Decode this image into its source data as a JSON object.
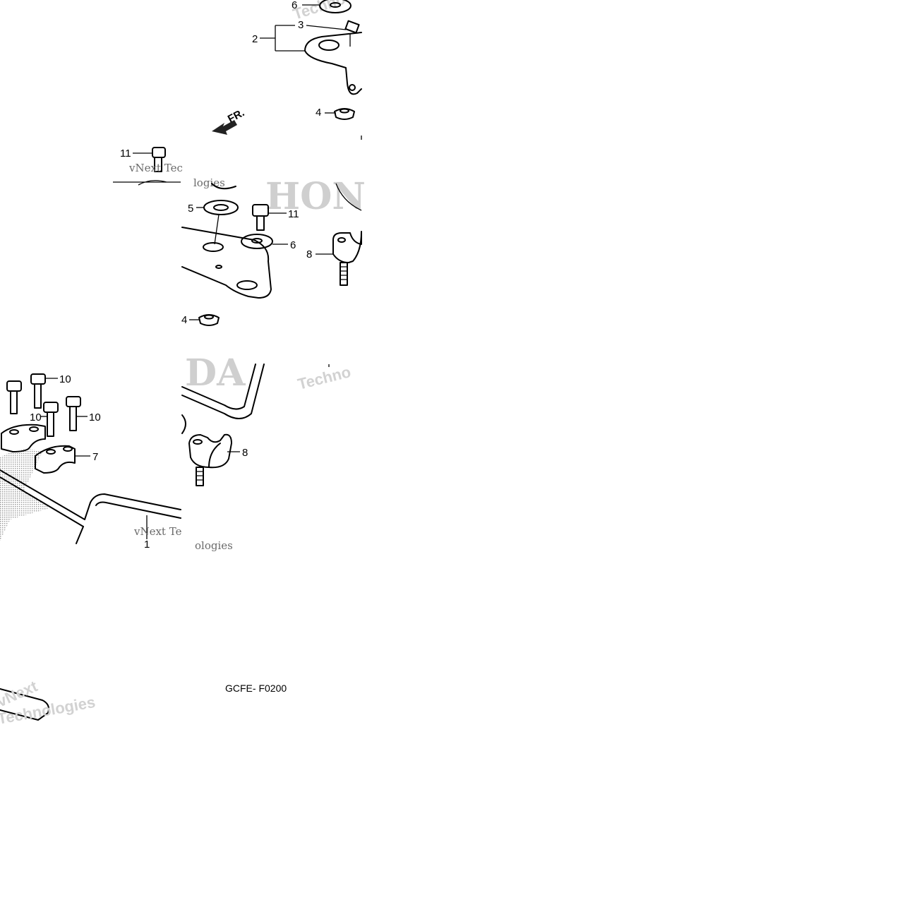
{
  "diagram": {
    "drawing_code": "GCFE- F0200",
    "direction_label": "FR.",
    "callouts": {
      "c1": "1",
      "c2": "2",
      "c3": "3",
      "c4a": "4",
      "c4b": "4",
      "c5": "5",
      "c6a": "6",
      "c6b": "6",
      "c7": "7",
      "c8a": "8",
      "c8b": "8",
      "c10a": "10",
      "c10b": "10",
      "c10c": "10",
      "c11a": "11",
      "c11b": "11"
    },
    "watermarks": {
      "w1": "vNext Tec",
      "w2": "Techno",
      "w3": "vNext Te",
      "w4": "Techno",
      "w5": "vNext",
      "w6": "Technologies",
      "w7": "logies",
      "w8": "ologies"
    },
    "brand_marks": {
      "b1": "HON",
      "b2": "DA"
    }
  }
}
